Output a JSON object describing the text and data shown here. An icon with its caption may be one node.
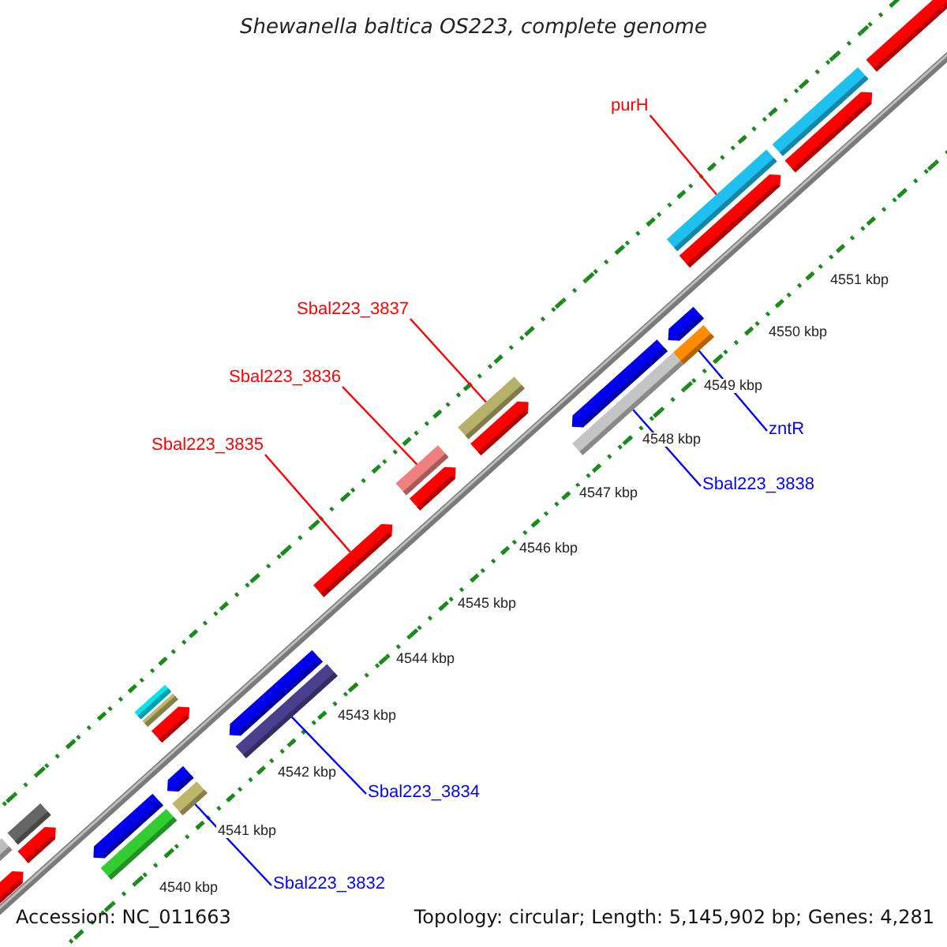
{
  "diagram": {
    "title": "Shewanella baltica OS223, complete genome",
    "nodes": [
      {
        "text": [
          "purH"
        ]
      },
      {
        "text": [],
        "shape": "bar"
      },
      {
        "text": [
          "Sbal223_3837"
        ]
      },
      {
        "text": [],
        "shape": "bar"
      },
      {
        "text": [
          "Sbal223_3836"
        ]
      },
      {
        "text": [],
        "shape": "bar"
      },
      {
        "text": [
          "Sbal223_3835"
        ]
      },
      {
        "text": [],
        "shape": "arrow"
      },
      {
        "text": [
          "zntR"
        ]
      },
      {
        "text": [],
        "shape": "bar"
      },
      {
        "text": [
          "Sbal223_3838"
        ]
      },
      {
        "text": [],
        "shape": "bar"
      },
      {
        "text": [
          "Sbal223_3834"
        ]
      },
      {
        "text": [],
        "shape": "bar"
      },
      {
        "text": [
          "Sbal223_3832"
        ]
      },
      {
        "text": [],
        "shape": "bar"
      },
      {
        "text": [],
        "shape": "bar"
      },
      {
        "text": [],
        "shape": "bar"
      },
      {
        "text": [],
        "shape": "arrow"
      },
      {
        "text": [],
        "shape": "arrow"
      },
      {
        "text": [],
        "shape": "arrow"
      },
      {
        "text": [],
        "shape": "arrow"
      },
      {
        "text": [],
        "shape": "bar"
      },
      {
        "text": [],
        "shape": "bar"
      },
      {
        "text": [],
        "shape": "arrow"
      },
      {
        "text": [],
        "shape": "bar"
      },
      {
        "text": [],
        "shape": "bar"
      },
      {
        "text": [],
        "shape": "arrow"
      },
      {
        "text": [],
        "shape": "arrow"
      },
      {
        "text": [],
        "shape": "arrow"
      },
      {
        "text": [],
        "shape": "arrow"
      },
      {
        "text": [],
        "shape": "arrow"
      },
      {
        "text": [],
        "shape": "arrow"
      },
      {
        "text": [],
        "shape": "arrow"
      },
      {
        "text": [],
        "shape": "bar"
      }
    ],
    "edges": [
      {
        "from": 0,
        "to": 1,
        "arrow": "none"
      },
      {
        "from": 2,
        "to": 3,
        "arrow": "none"
      },
      {
        "from": 4,
        "to": 5,
        "arrow": "none"
      },
      {
        "from": 6,
        "to": 7,
        "arrow": "none"
      },
      {
        "from": 8,
        "to": 9,
        "arrow": "none",
        "color": "#0000ff"
      },
      {
        "from": 10,
        "to": 11,
        "arrow": "none",
        "color": "#0000ff"
      },
      {
        "from": 12,
        "to": 13,
        "arrow": "none",
        "color": "#0000ff"
      },
      {
        "from": 14,
        "to": 15,
        "arrow": "none",
        "color": "#0000ff"
      }
    ],
    "labels": [
      "4551 kbp",
      "4550 kbp",
      "4549 kbp",
      "4548 kbp",
      "4547 kbp",
      "4546 kbp",
      "4545 kbp",
      "4544 kbp",
      "4543 kbp",
      "4542 kbp",
      "4541 kbp",
      "4540 kbp",
      "Accession: NC_011663",
      "Topology: circular; Length: 5,145,902 bp; Genes: 4,281"
    ]
  }
}
